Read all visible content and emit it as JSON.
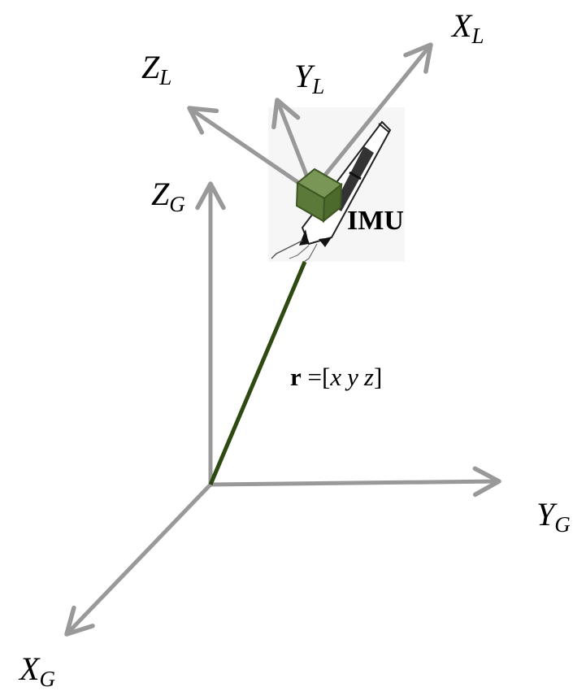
{
  "colors": {
    "axis": "#999999",
    "position_vector": "#2e4a12",
    "imu_box": "#5b7a3a",
    "imu_box_edge": "#3d5622"
  },
  "labels": {
    "x_local": {
      "main": "X",
      "sub": "L"
    },
    "y_local": {
      "main": "Y",
      "sub": "L"
    },
    "z_local": {
      "main": "Z",
      "sub": "L"
    },
    "x_global": {
      "main": "X",
      "sub": "G"
    },
    "y_global": {
      "main": "Y",
      "sub": "G"
    },
    "z_global": {
      "main": "Z",
      "sub": "G"
    },
    "imu": "IMU",
    "position_vector": {
      "bold": "r",
      "rest": " =[",
      "x": "x",
      "y": "y",
      "z": "z",
      "close": "]"
    }
  }
}
